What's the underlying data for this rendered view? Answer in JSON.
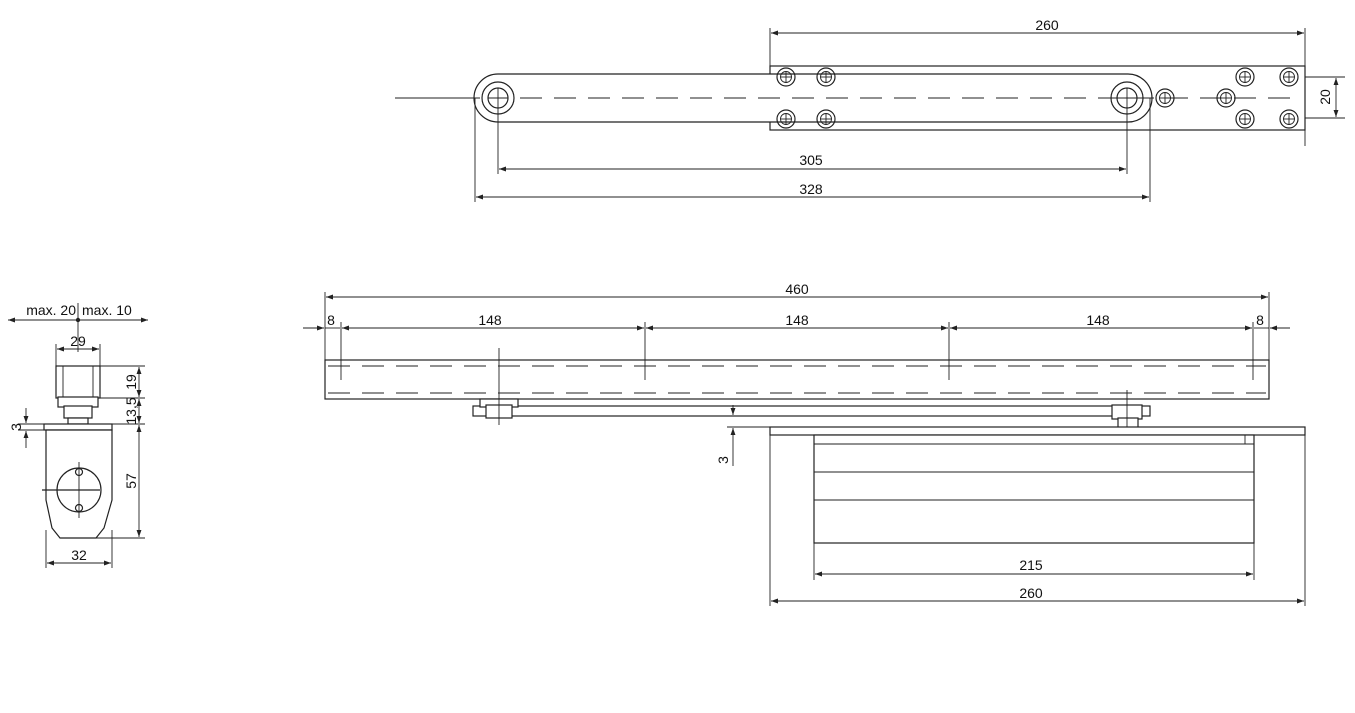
{
  "top_view": {
    "dim_plate_length": "260",
    "dim_plate_height": "20",
    "dim_arm_inner": "305",
    "dim_arm_outer": "328"
  },
  "front_view": {
    "dim_total_length": "460",
    "dim_edge_left": "8",
    "dim_spacing_1": "148",
    "dim_spacing_2": "148",
    "dim_spacing_3": "148",
    "dim_edge_right": "8",
    "dim_gap": "3",
    "dim_body_length": "215",
    "dim_plate_length": "260"
  },
  "side_view": {
    "dim_max_left": "max. 20",
    "dim_max_right": "max. 10",
    "dim_top_width": "29",
    "dim_top_height": "19",
    "dim_mid_height": "13,5",
    "dim_gap": "3",
    "dim_body_height": "57",
    "dim_bottom_width": "32"
  }
}
